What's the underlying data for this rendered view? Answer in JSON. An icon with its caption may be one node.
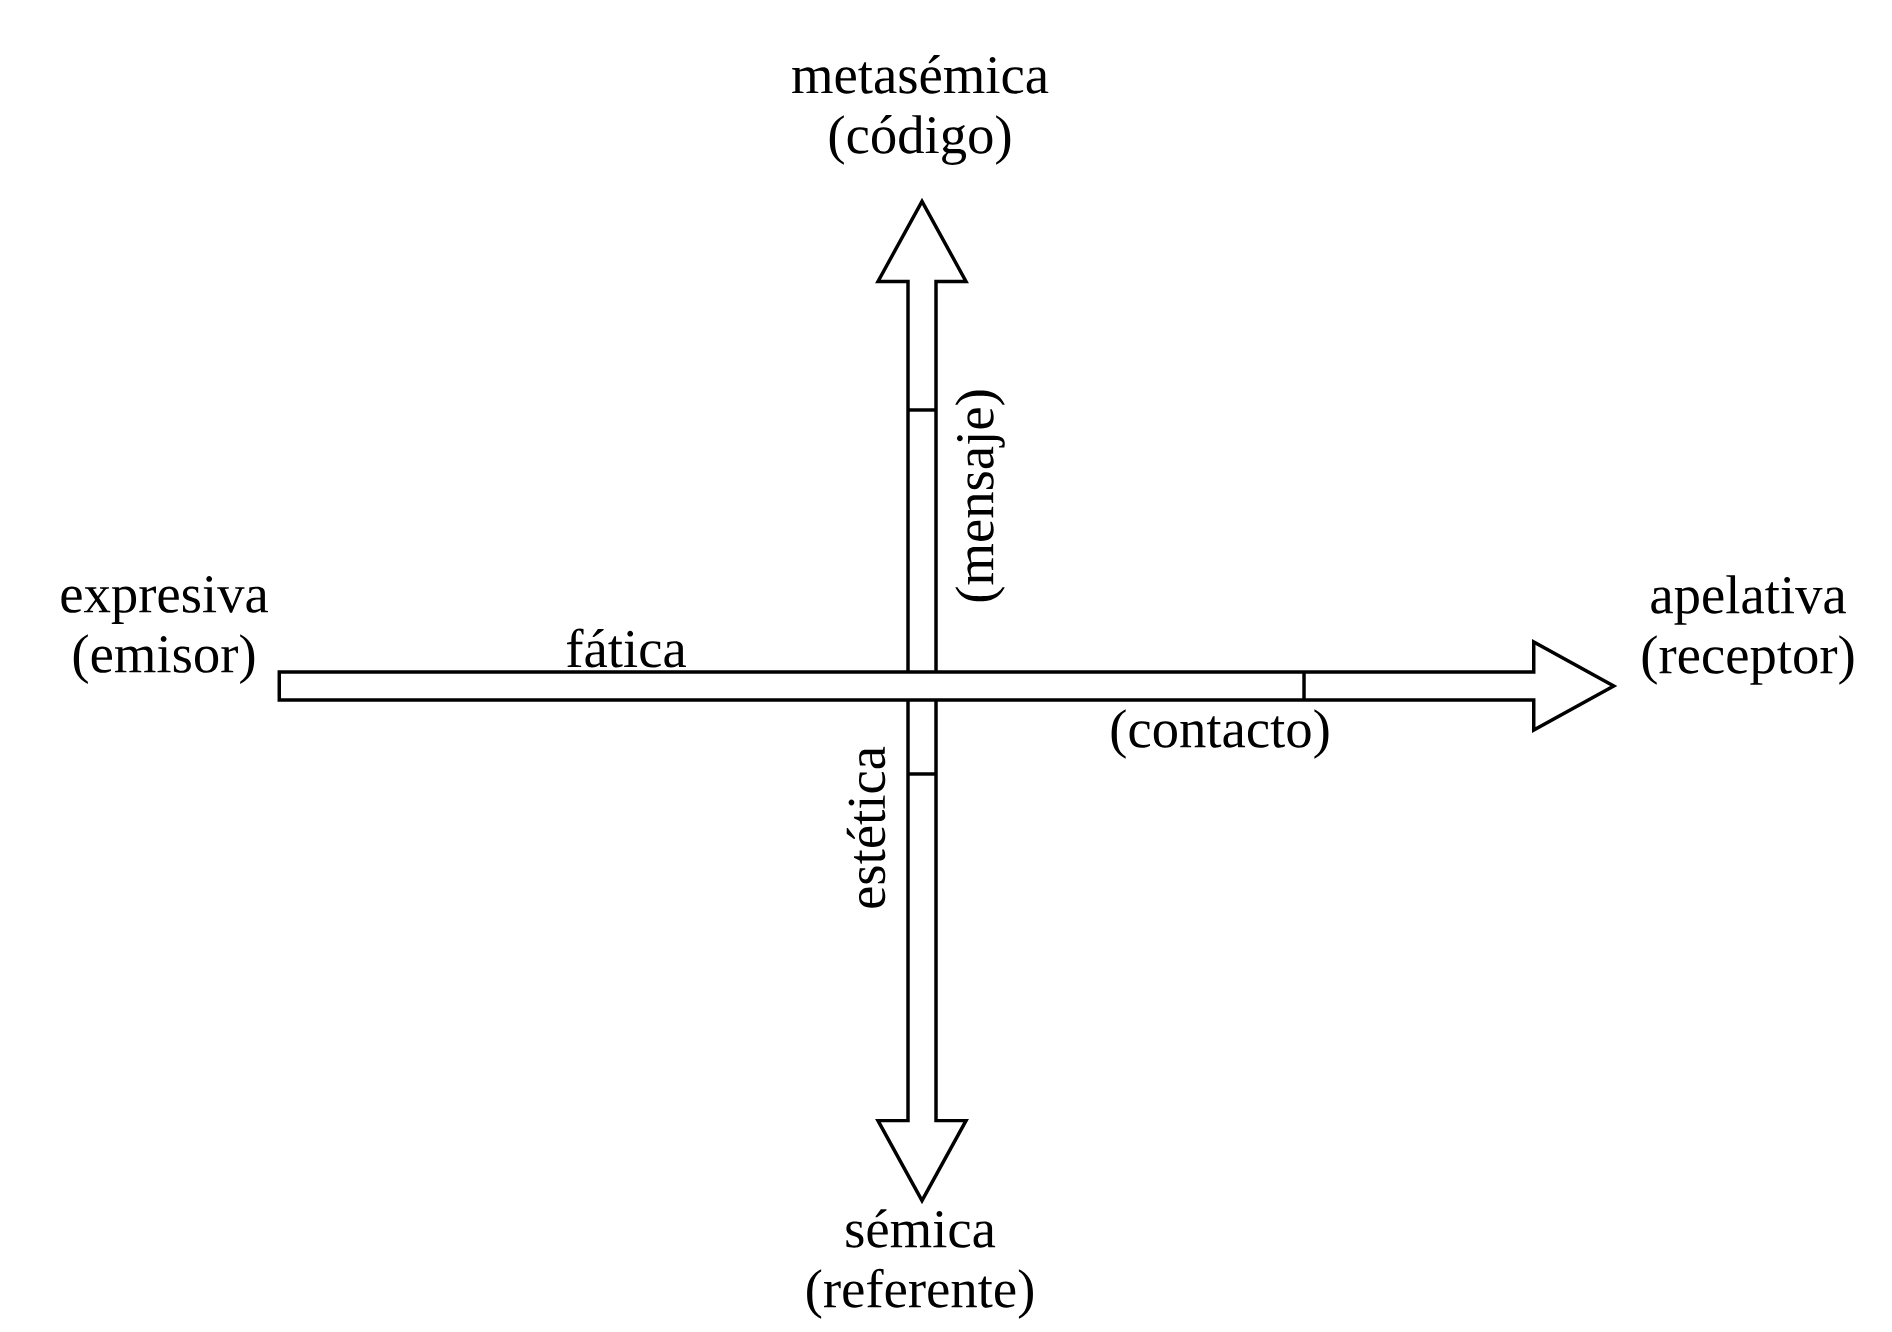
{
  "diagram": {
    "nodes": [
      {
        "text": [
          "expresiva",
          "(emisor)"
        ]
      },
      {
        "text": [
          "metasémica",
          "(código)"
        ]
      },
      {
        "text": [
          "apelativa",
          "(receptor)"
        ]
      },
      {
        "text": [
          "sémica",
          "(referente)"
        ]
      }
    ],
    "edges": [
      {
        "from": 3,
        "to": 1,
        "arrow": "both"
      },
      {
        "from": 0,
        "to": 2,
        "arrow": "to"
      }
    ],
    "labels": [
      "(mensaje)",
      "fática",
      "(contacto)",
      "estética"
    ]
  }
}
